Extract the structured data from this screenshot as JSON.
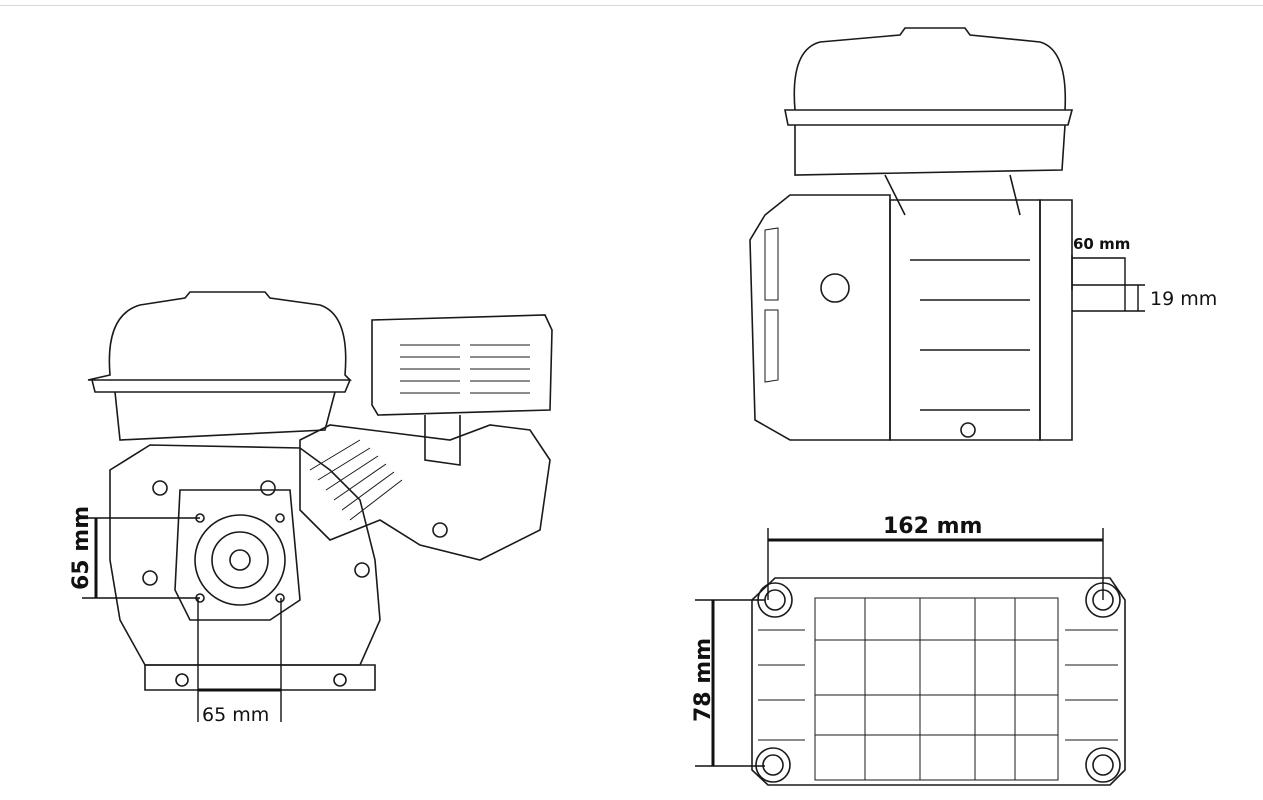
{
  "labels": {
    "front_vertical": "65 mm",
    "front_horizontal": "65 mm",
    "shaft_length": "60 mm",
    "shaft_diameter": "19 mm",
    "base_width": "162 mm",
    "base_depth": "78 mm"
  }
}
